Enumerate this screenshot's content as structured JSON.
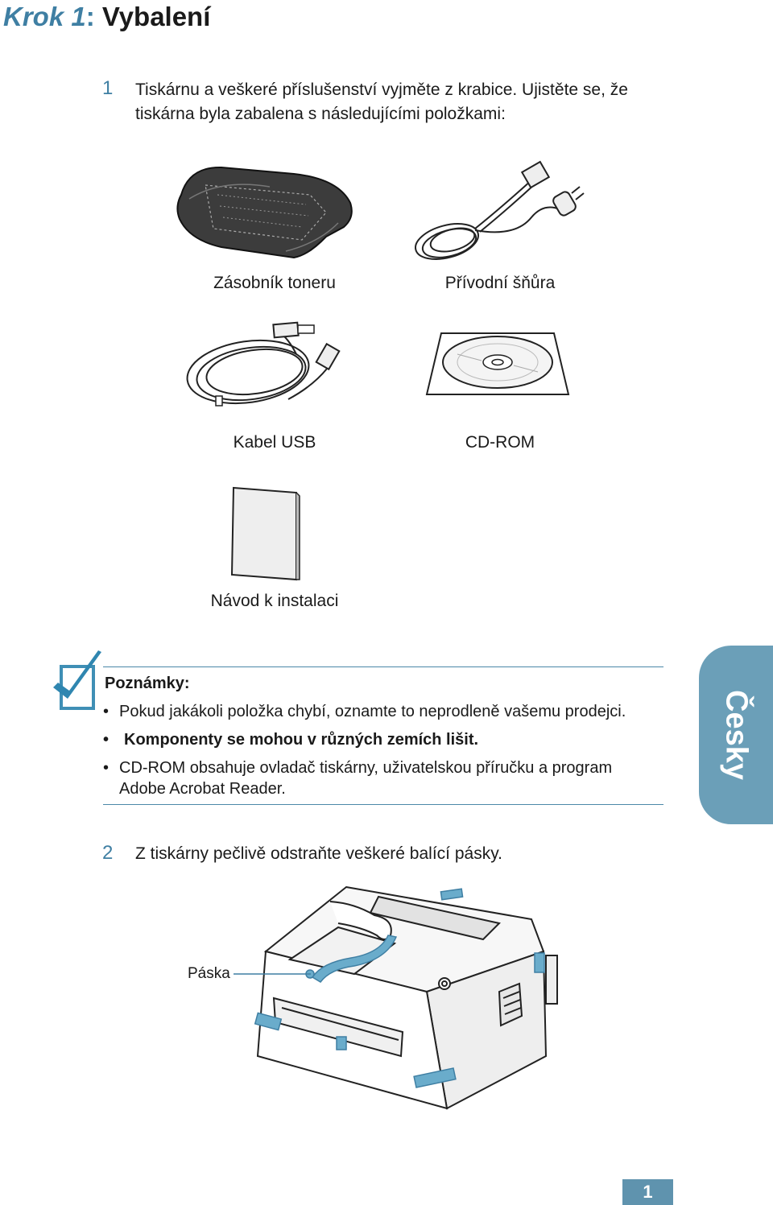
{
  "heading": {
    "step_label": "Krok 1",
    "separator": ":",
    "title": "Vybalení"
  },
  "step1": {
    "number": "1",
    "line1": "Tiskárnu a veškeré příslušenství vyjměte z krabice. Ujistěte se, že",
    "line2": "tiskárna byla zabalena s následujícími položkami:"
  },
  "items": [
    {
      "label": "Zásobník toneru",
      "icon": "toner-cartridge-icon"
    },
    {
      "label": "Přívodní šňůra",
      "icon": "power-cord-icon"
    },
    {
      "label": "Kabel USB",
      "icon": "usb-cable-icon"
    },
    {
      "label": "CD-ROM",
      "icon": "cd-rom-icon"
    },
    {
      "label": "Návod k instalaci",
      "icon": "manual-icon"
    }
  ],
  "notes": {
    "heading": "Poznámky:",
    "icon": "checkmark-icon",
    "bullet": "•",
    "items": [
      {
        "line1": "Pokud jakákoli položka chybí, oznamte to neprodleně vašemu prodejci.",
        "line2": ""
      },
      {
        "line1": "Komponenty se mohou v různých zemích lišit.",
        "line2": ""
      },
      {
        "line1": "CD-ROM obsahuje ovladač tiskárny, uživatelskou příručku a program",
        "line2": "Adobe Acrobat Reader."
      }
    ]
  },
  "step2": {
    "number": "2",
    "text": "Z tiskárny pečlivě odstraňte veškeré balící pásky."
  },
  "illustration": {
    "callout_label": "Páska",
    "icon": "printer-icon",
    "tape_color": "#6aaccb"
  },
  "side_tab": {
    "label": "Česky",
    "color": "#6b9fb8"
  },
  "page_number": "1",
  "colors": {
    "accent": "#3f7fa3",
    "rule": "#4b88a8",
    "page_box": "#5f93ae"
  }
}
